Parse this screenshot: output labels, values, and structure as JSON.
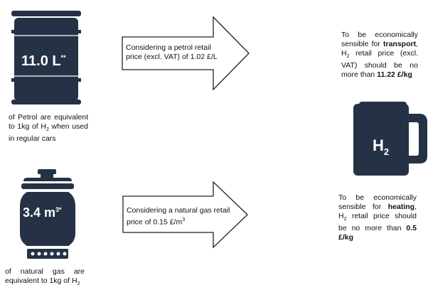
{
  "colors": {
    "icon_fill": "#253245",
    "icon_text": "#ffffff",
    "arrow_stroke": "#222222"
  },
  "petrol": {
    "icon": "oil-barrel-icon",
    "amount": "11.0 L",
    "amount_mark": "**",
    "caption_pre": "of Petrol are equivalent to 1kg of H",
    "caption_sub": "2",
    "caption_post": " when used in regular cars"
  },
  "gas": {
    "icon": "gas-cylinder-icon",
    "amount": "3.4 m",
    "amount_sup": "3*",
    "caption_pre": "of natural gas are equivalent to 1kg of H",
    "caption_sub": "2"
  },
  "arrow_petrol": {
    "text": "Considering a petrol retail price (excl. VAT) of 1.02 £/L"
  },
  "arrow_gas": {
    "text_pre": "Considering a natural gas retail price of 0.15 £/m",
    "text_sup": "3"
  },
  "transport": {
    "t1": "To be economically sensible for ",
    "t2": "transport",
    "t3": ", H",
    "t4": "2",
    "t5": " retail price (excl. VAT) should be no more than ",
    "t6": "11.22 £/kg"
  },
  "heating": {
    "t1": "To be economically sensible for ",
    "t2": "heating",
    "t3": ", H",
    "t4": "2",
    "t5": " retail price should be no more than ",
    "t6": "0.5 £/kg"
  },
  "mug": {
    "icon": "hydrogen-mug-icon",
    "label": "H",
    "label_sub": "2"
  }
}
